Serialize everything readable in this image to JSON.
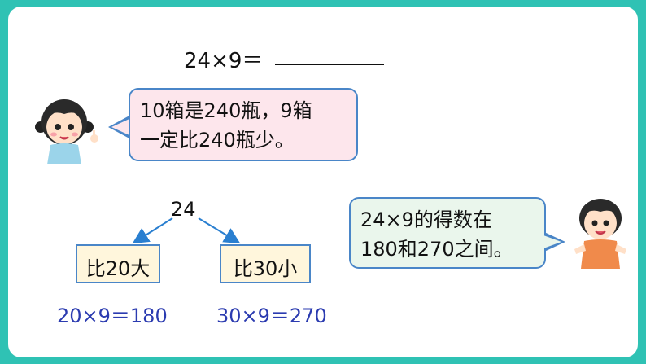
{
  "question": {
    "expression": "24×9＝"
  },
  "girl": {
    "speech_line1": "10箱是240瓶，9箱",
    "speech_line2": "一定比240瓶少。"
  },
  "boy": {
    "speech_line1": "24×9的得数在",
    "speech_line2": "180和270之间。"
  },
  "estimate": {
    "root": "24",
    "left_box": "比20大",
    "right_box": "比30小",
    "left_calc": "20×9＝180",
    "right_calc": "30×9＝270"
  },
  "colors": {
    "frame": "#2fc2b4",
    "calc_text": "#2b3bb0",
    "border": "#4a86c8"
  }
}
